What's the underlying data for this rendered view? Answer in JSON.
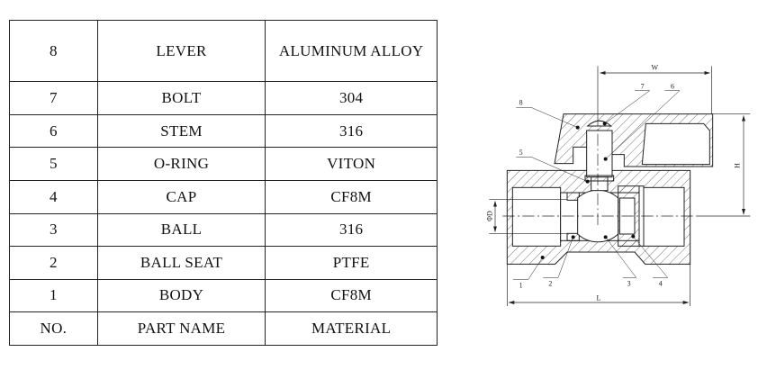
{
  "parts_table": {
    "rows": [
      {
        "no": "8",
        "part_name": "LEVER",
        "material": "ALUMINUM ALLOY"
      },
      {
        "no": "7",
        "part_name": "BOLT",
        "material": "304"
      },
      {
        "no": "6",
        "part_name": "STEM",
        "material": "316"
      },
      {
        "no": "5",
        "part_name": "O-RING",
        "material": "VITON"
      },
      {
        "no": "4",
        "part_name": "CAP",
        "material": "CF8M"
      },
      {
        "no": "3",
        "part_name": "BALL",
        "material": "316"
      },
      {
        "no": "2",
        "part_name": "BALL SEAT",
        "material": "PTFE"
      },
      {
        "no": "1",
        "part_name": "BODY",
        "material": "CF8M"
      }
    ],
    "header": {
      "no": "NO.",
      "part_name": "PART NAME",
      "material": "MATERIAL"
    }
  },
  "drawing": {
    "dimensions": {
      "width": "W",
      "height": "H",
      "length": "L",
      "diameter": "ΦD"
    },
    "callouts": [
      "1",
      "2",
      "3",
      "4",
      "5",
      "6",
      "7",
      "8"
    ]
  }
}
